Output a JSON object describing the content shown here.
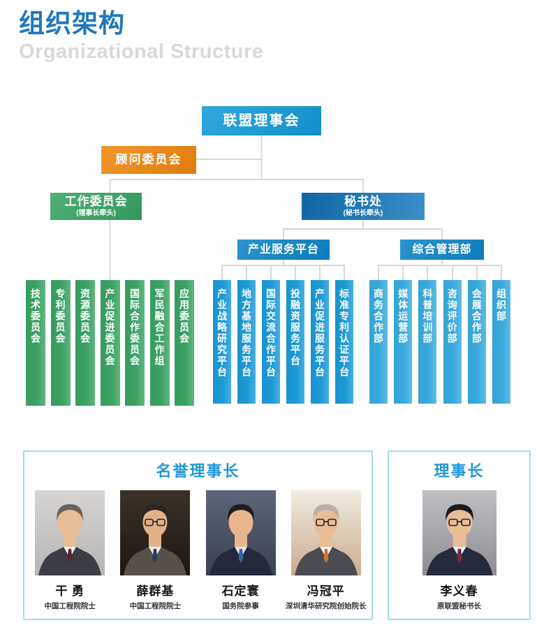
{
  "header": {
    "title": "组织架构",
    "subtitle": "Organizational Structure"
  },
  "colors": {
    "title_blue": "#1f78bd",
    "subtitle_gray": "#d9d9d9",
    "root_blue": "#149cda",
    "advisor_orange": "#f1870f",
    "work_green": "#38a463",
    "secretariat_blue": "#1077bd",
    "dept_blue": "#0d86c9",
    "green_bar": "#3aa263",
    "platform_bar": "#1b9ad6",
    "admin_bar": "#38aadd",
    "wire_gray": "#d8d8d8",
    "panel_border": "#a7d8ec",
    "section_header_blue": "#2198d5"
  },
  "nodes": {
    "root": {
      "label": "联盟理事会"
    },
    "advisor": {
      "label": "顾问委员会"
    },
    "work": {
      "label": "工作委员会",
      "sublabel": "(理事长牵头)"
    },
    "secretariat": {
      "label": "秘书处",
      "sublabel": "(秘书长牵头)"
    },
    "platform": {
      "label": "产业服务平台"
    },
    "admin": {
      "label": "综合管理部"
    }
  },
  "committees_green": [
    "技术委员会",
    "专利委员会",
    "资源委员会",
    "产业促进委员会",
    "国际合作委员会",
    "军民融合工作组",
    "应用委员会"
  ],
  "platform_depts": [
    "产业战略研究平台",
    "地方基地服务平台",
    "国际交流合作平台",
    "投融资服务平台",
    "产业促进服务平台",
    "标准专利认证平台"
  ],
  "admin_depts": [
    "商务合作部",
    "媒体运营部",
    "科普培训部",
    "咨询评价部",
    "会展合作部",
    "组织部"
  ],
  "honorary": {
    "header": "名誉理事长",
    "people": [
      {
        "name": "干 勇",
        "title": "中国工程院院士",
        "photo": {
          "bg_top": "#d6d4d2",
          "bg_bottom": "#b7b5b3",
          "skin": "#e9bd96",
          "hair": "#6a625c",
          "suit": "#3c3c44",
          "shirt": "#f4f4f4",
          "tie": "#5a2430",
          "glasses": false
        }
      },
      {
        "name": "薛群基",
        "title": "中国工程院院士",
        "photo": {
          "bg_top": "#3a3128",
          "bg_bottom": "#1e1813",
          "skin": "#e3b188",
          "hair": "#2a2520",
          "suit": "#57504a",
          "shirt": "#f0f0f0",
          "tie": "#2c3a5a",
          "glasses": true
        }
      },
      {
        "name": "石定寰",
        "title": "国务院参事",
        "photo": {
          "bg_top": "#5d6678",
          "bg_bottom": "#3a4150",
          "skin": "#e7b68d",
          "hair": "#1f1d1e",
          "suit": "#242a3c",
          "shirt": "#dce6f2",
          "tie": "#3f5fa0",
          "glasses": false
        }
      },
      {
        "name": "冯冠平",
        "title": "深圳清华研究院创始院长",
        "photo": {
          "bg_top": "#f1ece2",
          "bg_bottom": "#c9ad8d",
          "skin": "#e9bd96",
          "hair": "#b5b1aa",
          "suit": "#4b4b52",
          "shirt": "#f5f5f5",
          "tie": "#c9763c",
          "glasses": true
        }
      }
    ]
  },
  "chairman": {
    "header": "理事长",
    "people": [
      {
        "name": "李义春",
        "title": "原联盟秘书长",
        "photo": {
          "bg_top": "#c0c0c4",
          "bg_bottom": "#8e8e92",
          "skin": "#e9bd96",
          "hair": "#1c1a1a",
          "suit": "#252b3d",
          "shirt": "#e8edf5",
          "tie": "#7c2840",
          "glasses": true
        }
      }
    ]
  }
}
